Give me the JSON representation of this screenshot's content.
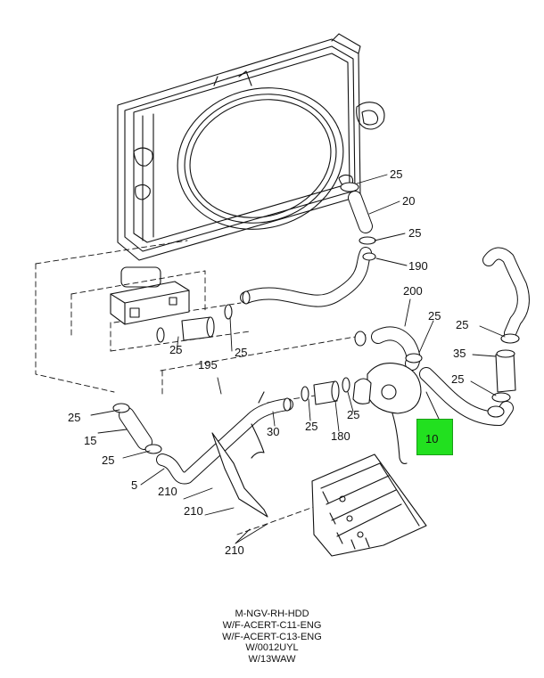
{
  "callouts": {
    "c25_top": "25",
    "c20": "20",
    "c25_mid": "25",
    "c190": "190",
    "c200": "200",
    "c25_right": "25",
    "c25_r1": "25",
    "c35": "35",
    "c25_r2": "25",
    "c10": "10",
    "c25_left_a": "25",
    "c195": "195",
    "c25_left_b": "25",
    "c25_l1": "25",
    "c15": "15",
    "c25_l2": "25",
    "c5": "5",
    "c30": "30",
    "c25_c1": "25",
    "c180": "180",
    "c25_c2": "25",
    "c210_a": "210",
    "c210_b": "210",
    "c210_c": "210"
  },
  "highlight_color": "#22e01f",
  "caption": [
    "M-NGV-RH-HDD",
    "W/F-ACERT-C11-ENG",
    "W/F-ACERT-C13-ENG",
    "W/0012UYL",
    "W/13WAW"
  ]
}
